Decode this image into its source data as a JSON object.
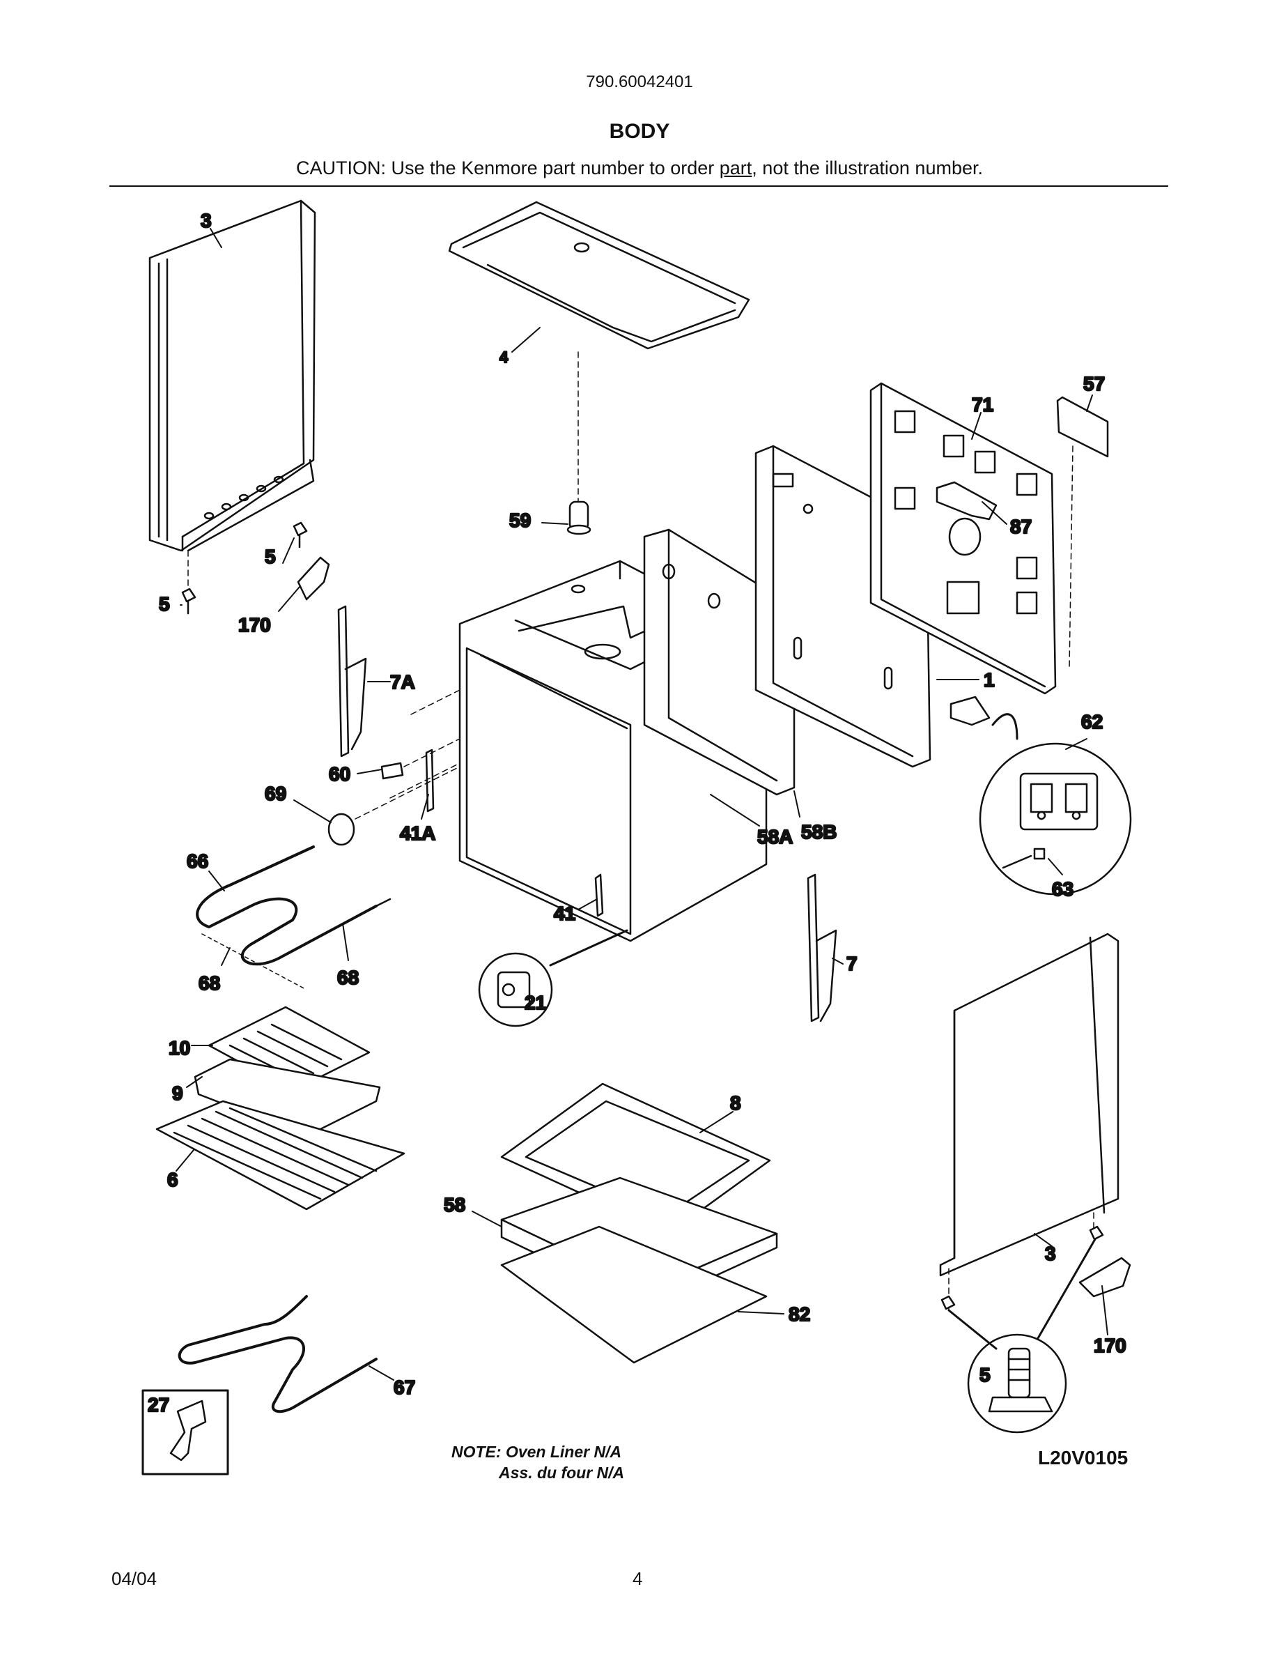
{
  "header": {
    "model_number": "790.60042401",
    "section_title": "BODY",
    "caution_prefix": "CAUTION: Use the Kenmore part number to order ",
    "caution_underlined": "part",
    "caution_suffix": ", not the illustration number."
  },
  "callouts": {
    "c1": "1",
    "c3a": "3",
    "c3b": "3",
    "c4": "4",
    "c5a": "5",
    "c5b": "5",
    "c5c": "5",
    "c6": "6",
    "c7": "7",
    "c7a": "7A",
    "c8": "8",
    "c9": "9",
    "c10": "10",
    "c21": "21",
    "c27": "27",
    "c41": "41",
    "c41a": "41A",
    "c57": "57",
    "c58": "58",
    "c58a": "58A",
    "c58b": "58B",
    "c59": "59",
    "c60": "60",
    "c62": "62",
    "c63": "63",
    "c66": "66",
    "c67": "67",
    "c68a": "68",
    "c68b": "68",
    "c69": "69",
    "c71": "71",
    "c82": "82",
    "c87": "87",
    "c170a": "170",
    "c170b": "170"
  },
  "note": {
    "line1": "NOTE: Oven Liner N/A",
    "line2": "Ass. du four N/A"
  },
  "figure_code": "L20V0105",
  "footer": {
    "date": "04/04",
    "page_number": "4"
  }
}
